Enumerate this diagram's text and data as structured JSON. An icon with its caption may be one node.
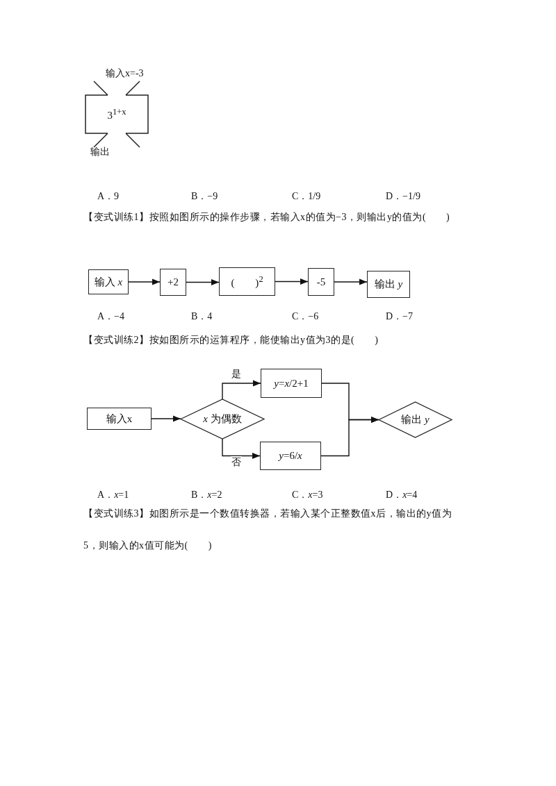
{
  "diagram": {
    "nodes": [
      {
        "text": [
          "3$^{1+x}$"
        ],
        "beside": [
          "输入x=-3",
          "输出"
        ]
      },
      {
        "text": [
          "输入 *x*"
        ]
      },
      {
        "text": [
          "+2"
        ]
      },
      {
        "text": [
          "(　　)$^{2}$"
        ]
      },
      {
        "text": [
          "-5"
        ]
      },
      {
        "text": [
          "输出 *y*"
        ]
      },
      {
        "text": [
          "输入x"
        ]
      },
      {
        "text": [
          "*x* 为偶数"
        ]
      },
      {
        "text": [
          "*y*=*x*/2+1"
        ]
      },
      {
        "text": [
          "*y*=6/*x*"
        ]
      },
      {
        "text": [
          "输出 *y*"
        ]
      }
    ],
    "edges": [
      {
        "from": 1,
        "to": 2,
        "arrow": "to"
      },
      {
        "from": 2,
        "to": 3,
        "arrow": "to"
      },
      {
        "from": 3,
        "to": 4,
        "arrow": "to"
      },
      {
        "from": 4,
        "to": 5,
        "arrow": "to"
      },
      {
        "from": 6,
        "to": 7,
        "arrow": "to"
      },
      {
        "from": 7,
        "to": 8,
        "arrow": "to",
        "label": "是"
      },
      {
        "from": 7,
        "to": 9,
        "arrow": "to",
        "label": "否"
      },
      {
        "from": 8,
        "to": 10,
        "arrow": "to"
      },
      {
        "from": 9,
        "to": 10,
        "arrow": "to"
      }
    ],
    "labels": [
      "A．9",
      "B．−9",
      "C．1/9",
      "D．−1/9",
      "【变式训练1】按照如图所示的操作步骤，若输入x的值为−3，则输出y的值为(　　)",
      "A．−4",
      "B．4",
      "C．−6",
      "D．−7",
      "【变式训练2】按如图所示的运算程序，能使输出y值为3的是(　　)",
      "A．*x*=1",
      "B．*x*=2",
      "C．*x*=3",
      "D．*x*=4",
      "【变式训练3】如图所示是一个数值转换器，若输入某个正整数值x后，输出的y值为5，则输入的x值可能为(　　)"
    ]
  }
}
